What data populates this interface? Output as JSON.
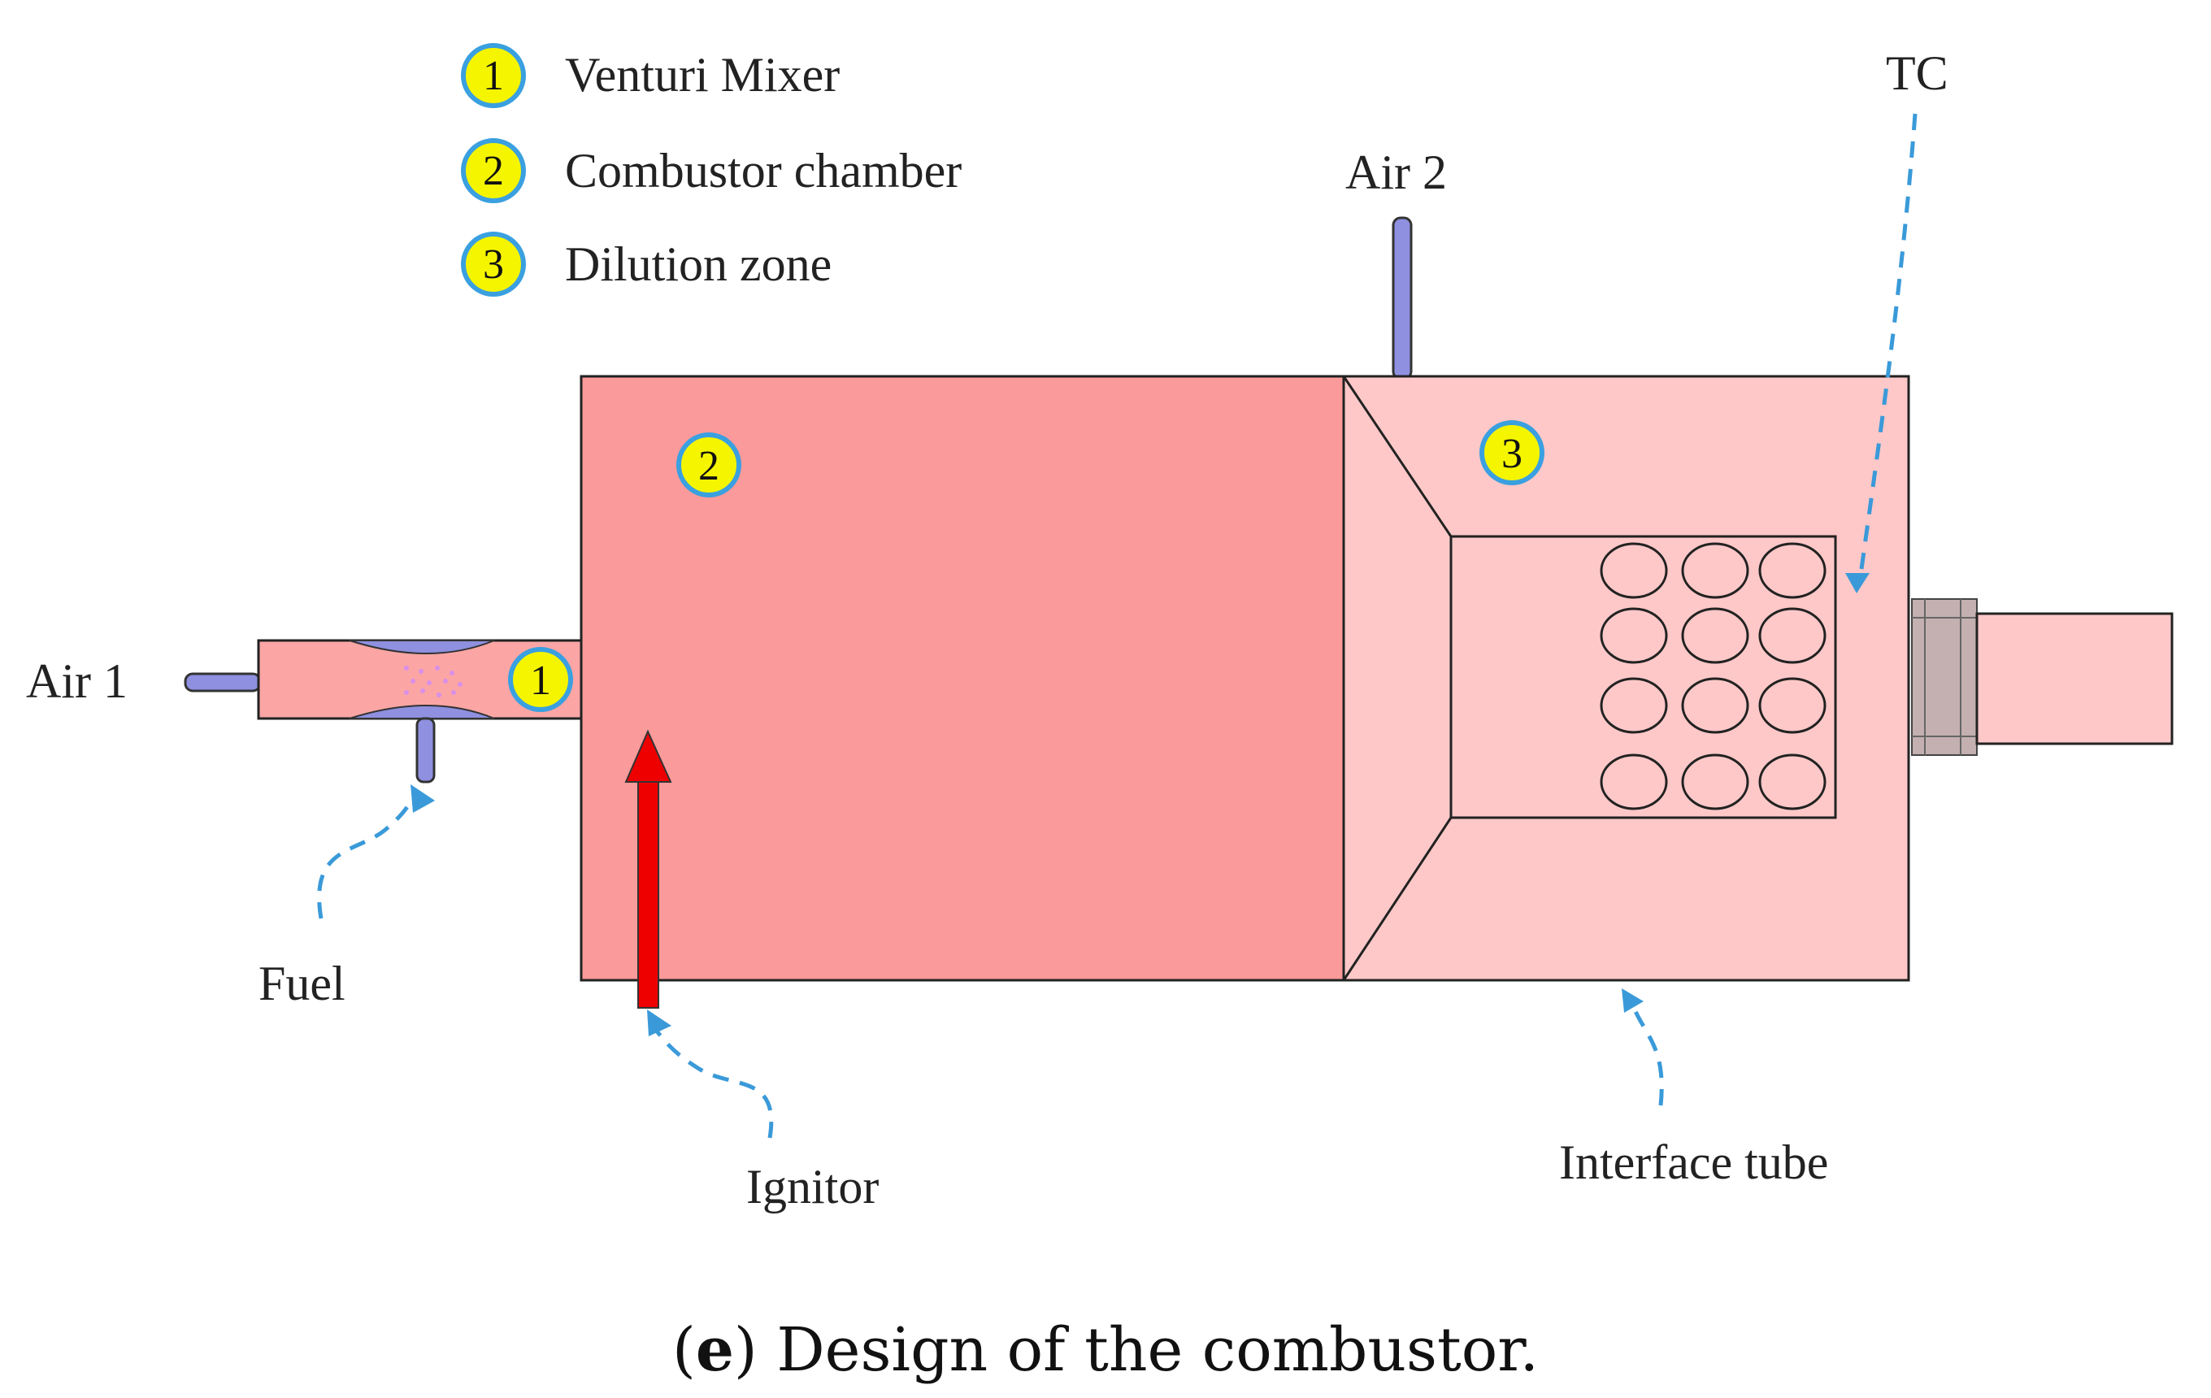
{
  "legend": [
    {
      "num": "1",
      "label": "Venturi Mixer"
    },
    {
      "num": "2",
      "label": "Combustor chamber"
    },
    {
      "num": "3",
      "label": "Dilution zone"
    }
  ],
  "badges": {
    "mixer": "1",
    "chamber": "2",
    "dilution": "3"
  },
  "labels": {
    "air1": "Air 1",
    "air2": "Air 2",
    "tc": "TC",
    "fuel": "Fuel",
    "ignitor": "Ignitor",
    "interface_tube": "Interface tube"
  },
  "caption": {
    "letter": "e",
    "text": ") Design of the combustor.",
    "open": "("
  },
  "colors": {
    "chamber": "#fb9a9a",
    "dilution": "#ffc8c8",
    "mixer": "#fba5a5",
    "air_pipe": "#8f90e0",
    "ignitor": "#ee0000",
    "badge": "#f5f500",
    "badge_ring": "#3aa0e0",
    "arrow": "#3a9ad9"
  }
}
